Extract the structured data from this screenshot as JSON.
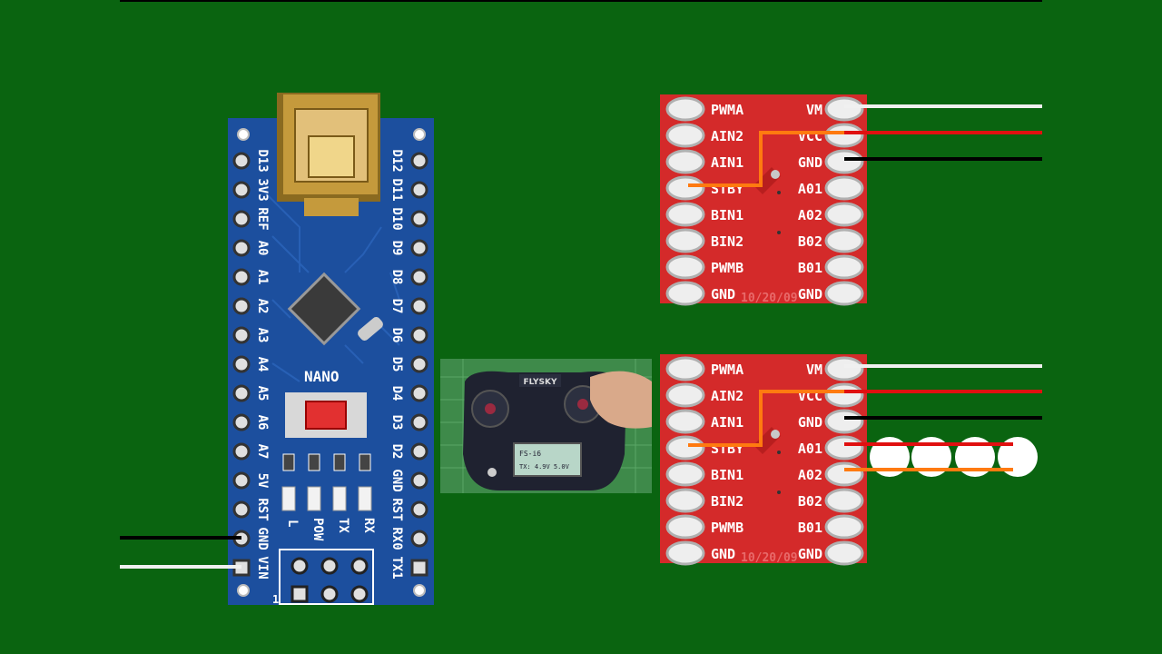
{
  "colors": {
    "background": "#0a6410",
    "nano_board": "#1c4f9e",
    "driver_board": "#d42a2a",
    "wire_white": "#f0f0f0",
    "wire_red": "#e01010",
    "wire_black": "#000000",
    "wire_orange": "#ff7a10",
    "silk": "#ffffff"
  },
  "nano": {
    "name": "NANO",
    "left_pins": [
      "D13",
      "3V3",
      "REF",
      "A0",
      "A1",
      "A2",
      "A3",
      "A4",
      "A5",
      "A6",
      "A7",
      "5V",
      "RST",
      "GND",
      "VIN"
    ],
    "right_pins": [
      "D12",
      "D11",
      "D10",
      "D9",
      "D8",
      "D7",
      "D6",
      "D5",
      "D4",
      "D3",
      "D2",
      "GND",
      "RST",
      "RX0",
      "TX1"
    ],
    "leds": [
      "L",
      "POW",
      "TX",
      "RX"
    ],
    "header_mark": "1"
  },
  "drivers": [
    {
      "left_pins": [
        "PWMA",
        "AIN2",
        "AIN1",
        "STBY",
        "BIN1",
        "BIN2",
        "PWMB",
        "GND"
      ],
      "right_pins": [
        "VM",
        "VCC",
        "GND",
        "A01",
        "A02",
        "B02",
        "B01",
        "GND"
      ],
      "date": "10/20/09"
    },
    {
      "left_pins": [
        "PWMA",
        "AIN2",
        "AIN1",
        "STBY",
        "BIN1",
        "BIN2",
        "PWMB",
        "GND"
      ],
      "right_pins": [
        "VM",
        "VCC",
        "GND",
        "A01",
        "A02",
        "B02",
        "B01",
        "GND"
      ],
      "date": "10/20/09"
    }
  ],
  "transmitter": {
    "brand": "FLYSKY",
    "screen_line1": "FS-i6",
    "screen_line2": "TX: 4.9V  5.0V"
  }
}
